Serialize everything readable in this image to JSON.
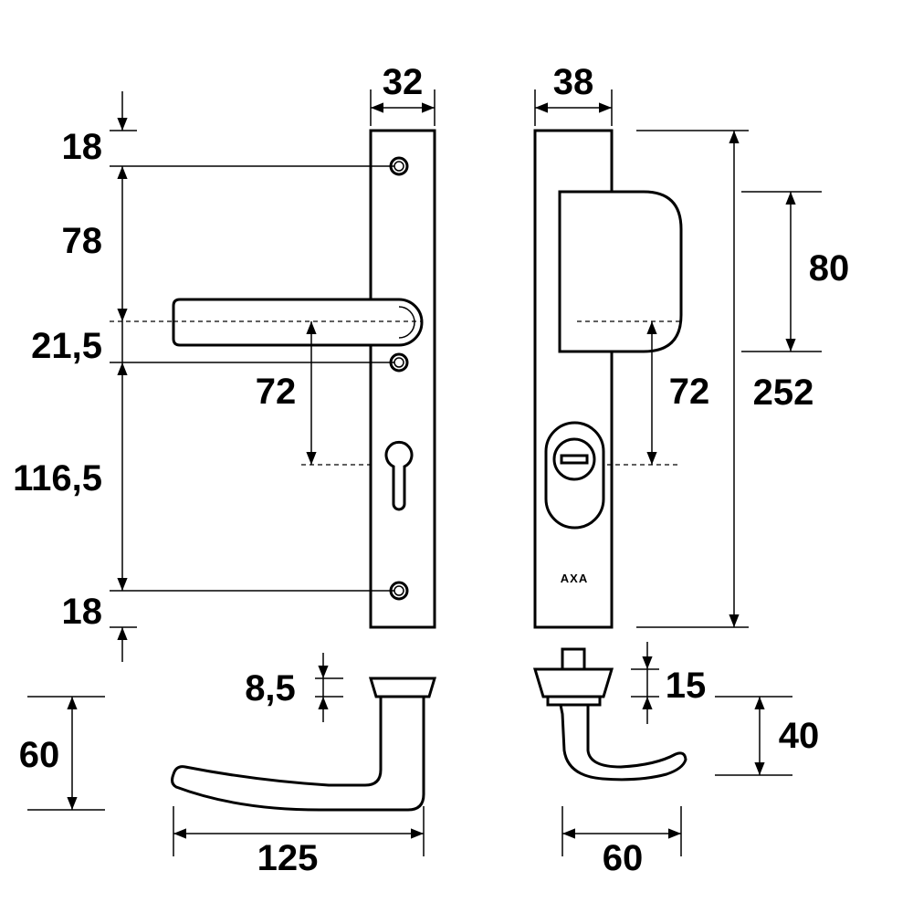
{
  "front_view": {
    "width": "32",
    "top_offset": "18",
    "upper_spacing": "78",
    "handle_offset": "21,5",
    "lower_spacing": "116,5",
    "bottom_offset": "18",
    "center_distance": "72"
  },
  "side_view": {
    "width": "38",
    "lever_box_height": "80",
    "total_height": "252",
    "center_distance": "72",
    "brand": "AXA"
  },
  "lever_detail": {
    "rosette_thickness": "8,5",
    "height": "60",
    "projection": "125"
  },
  "cylinder_detail": {
    "cap_height": "15",
    "height": "40",
    "projection": "60"
  }
}
